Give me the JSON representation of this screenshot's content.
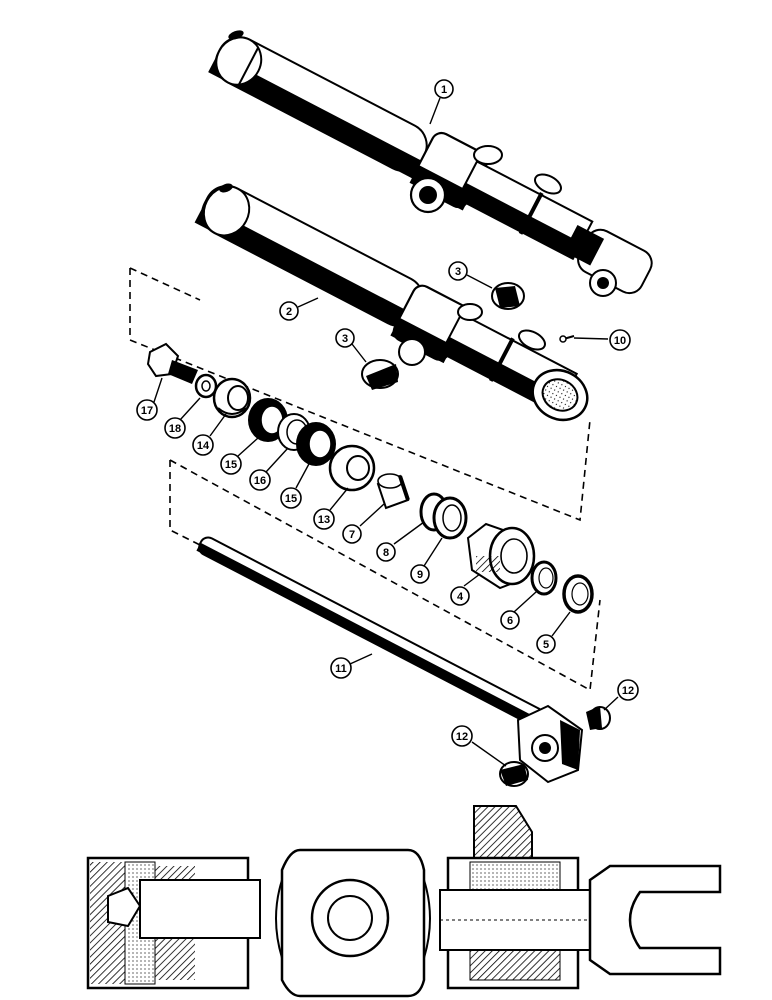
{
  "callouts": [
    {
      "id": "c1",
      "label": "1"
    },
    {
      "id": "c2",
      "label": "2"
    },
    {
      "id": "c3a",
      "label": "3"
    },
    {
      "id": "c3b",
      "label": "3"
    },
    {
      "id": "c4",
      "label": "4"
    },
    {
      "id": "c5",
      "label": "5"
    },
    {
      "id": "c6",
      "label": "6"
    },
    {
      "id": "c7",
      "label": "7"
    },
    {
      "id": "c8",
      "label": "8"
    },
    {
      "id": "c9",
      "label": "9"
    },
    {
      "id": "c10",
      "label": "10"
    },
    {
      "id": "c11",
      "label": "11"
    },
    {
      "id": "c12a",
      "label": "12"
    },
    {
      "id": "c12b",
      "label": "12"
    },
    {
      "id": "c13",
      "label": "13"
    },
    {
      "id": "c14",
      "label": "14"
    },
    {
      "id": "c15a",
      "label": "15"
    },
    {
      "id": "c15b",
      "label": "15"
    },
    {
      "id": "c16",
      "label": "16"
    },
    {
      "id": "c17",
      "label": "17"
    },
    {
      "id": "c18",
      "label": "18"
    }
  ],
  "colors": {
    "ink": "#000000",
    "paper": "#ffffff"
  }
}
